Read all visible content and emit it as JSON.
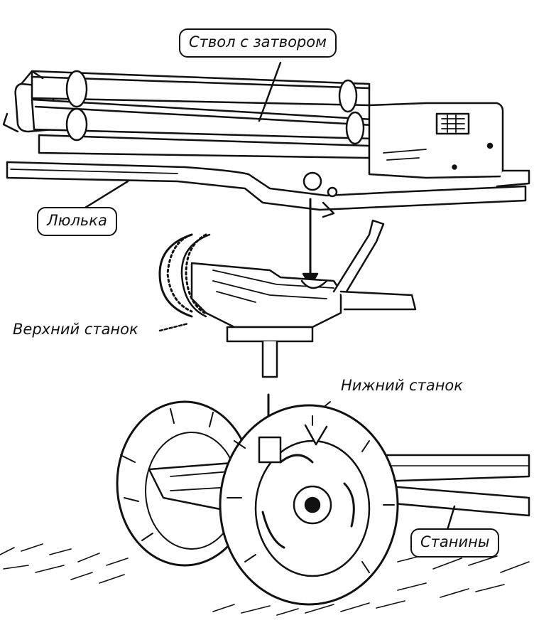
{
  "labels": {
    "barrel": "Ствол с затвором",
    "cradle": "Люлька",
    "upper_carriage": "Верхний станок",
    "lower_carriage": "Нижний станок",
    "trails": "Станины"
  },
  "colors": {
    "ink": "#111111",
    "paper": "#ffffff"
  }
}
